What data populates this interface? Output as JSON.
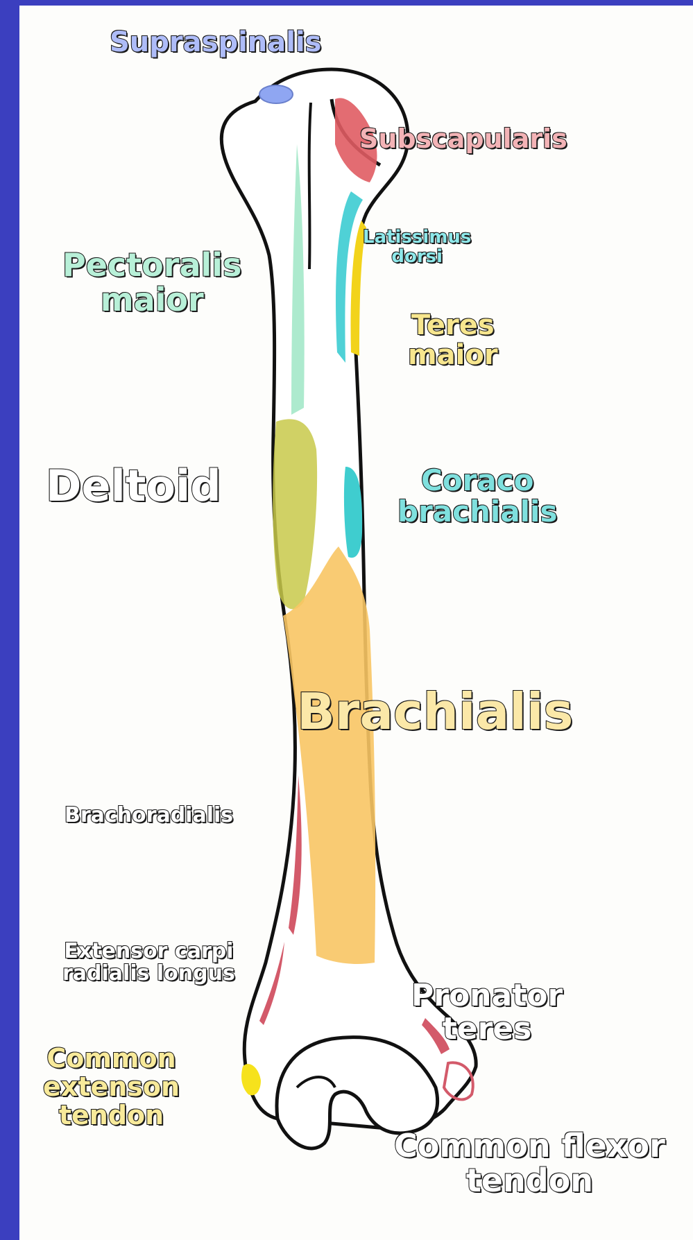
{
  "diagram": {
    "labels": {
      "supraspinalis": "Supraspinalis",
      "subscapularis": "Subscapularis",
      "latissimus_dorsi": "Latissimus\ndorsi",
      "pectoralis_maior": "Pectoralis\nmaior",
      "teres_maior": "Teres\nmaior",
      "deltoid": "Deltoid",
      "coracobrachialis": "Coraco\nbrachialis",
      "brachialis": "Brachialis",
      "brachoradialis": "Brachoradialis",
      "extensor_carpi_radialis_longus": "Extensor carpi\nradialis longus",
      "pronator_teres": "Pronator\nteres",
      "common_extenson_tendon": "Common\nextenson\ntendon",
      "common_flexor_tendon": "Common flexor\ntendon"
    },
    "colors": {
      "background": "#3b3fbf",
      "supraspinalis": "#8fa6f2",
      "subscapularis": "#e05c63",
      "latissimus_dorsi": "#4fd1d6",
      "teres_maior": "#f2d31b",
      "pectoralis_maior": "#9fe6c6",
      "deltoid": "#c8c94a",
      "coracobrachialis": "#3fcdcf",
      "brachialis": "#f8c564",
      "brachoradialis": "#d35a6a",
      "common_extenson_tendon": "#f6e21c",
      "pronator_teres": "#d35a6a"
    }
  }
}
